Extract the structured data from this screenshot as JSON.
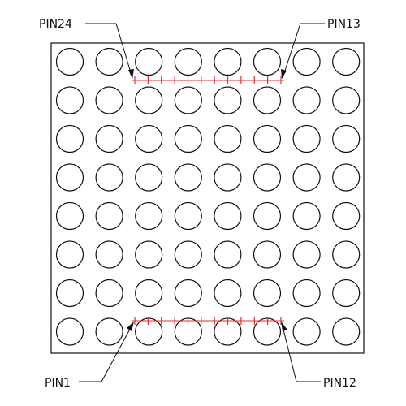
{
  "matrix": {
    "rows": 8,
    "cols": 8,
    "pins_per_side": 12
  },
  "labels": {
    "pin_top_left": "PIN24",
    "pin_top_right": "PIN13",
    "pin_bottom_left": "PIN1",
    "pin_bottom_right": "PIN12"
  },
  "colors": {
    "outline": "#111111",
    "pin_marks": "#e03030",
    "background": "#ffffff"
  }
}
